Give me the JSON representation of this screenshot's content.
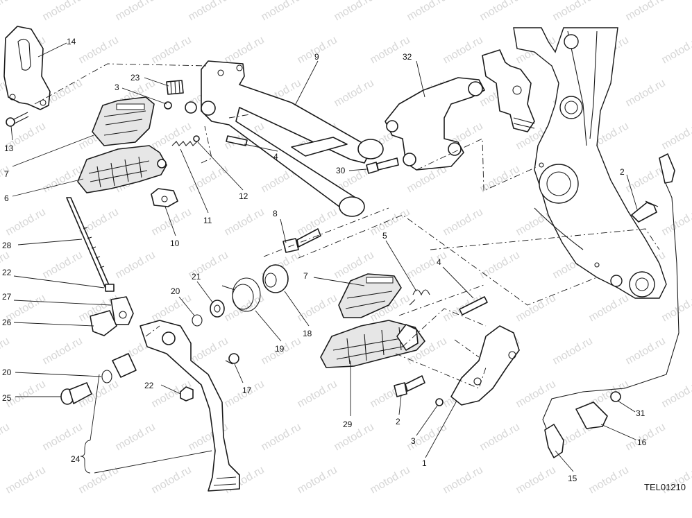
{
  "drawing_code": "TEL01210",
  "watermark": "motod.ru",
  "callouts": [
    {
      "id": "c14",
      "text": "14"
    },
    {
      "id": "c23",
      "text": "23"
    },
    {
      "id": "c3a",
      "text": "3"
    },
    {
      "id": "c9",
      "text": "9"
    },
    {
      "id": "c32",
      "text": "32"
    },
    {
      "id": "c13",
      "text": "13"
    },
    {
      "id": "c7a",
      "text": "7"
    },
    {
      "id": "c6",
      "text": "6"
    },
    {
      "id": "c4a",
      "text": "4"
    },
    {
      "id": "c12",
      "text": "12"
    },
    {
      "id": "c30",
      "text": "30"
    },
    {
      "id": "c2a",
      "text": "2"
    },
    {
      "id": "c11",
      "text": "11"
    },
    {
      "id": "c10",
      "text": "10"
    },
    {
      "id": "c28",
      "text": "28"
    },
    {
      "id": "c8",
      "text": "8"
    },
    {
      "id": "c5",
      "text": "5"
    },
    {
      "id": "c4b",
      "text": "4"
    },
    {
      "id": "c7b",
      "text": "7"
    },
    {
      "id": "c22a",
      "text": "22"
    },
    {
      "id": "c27",
      "text": "27"
    },
    {
      "id": "c26",
      "text": "26"
    },
    {
      "id": "c21",
      "text": "21"
    },
    {
      "id": "c20a",
      "text": "20"
    },
    {
      "id": "c18",
      "text": "18"
    },
    {
      "id": "c19",
      "text": "19"
    },
    {
      "id": "c20b",
      "text": "20"
    },
    {
      "id": "c25",
      "text": "25"
    },
    {
      "id": "c22b",
      "text": "22"
    },
    {
      "id": "c17",
      "text": "17"
    },
    {
      "id": "c29",
      "text": "29"
    },
    {
      "id": "c2b",
      "text": "2"
    },
    {
      "id": "c3b",
      "text": "3"
    },
    {
      "id": "c1",
      "text": "1"
    },
    {
      "id": "c31",
      "text": "31"
    },
    {
      "id": "c16",
      "text": "16"
    },
    {
      "id": "c24",
      "text": "24"
    },
    {
      "id": "c15",
      "text": "15"
    }
  ]
}
